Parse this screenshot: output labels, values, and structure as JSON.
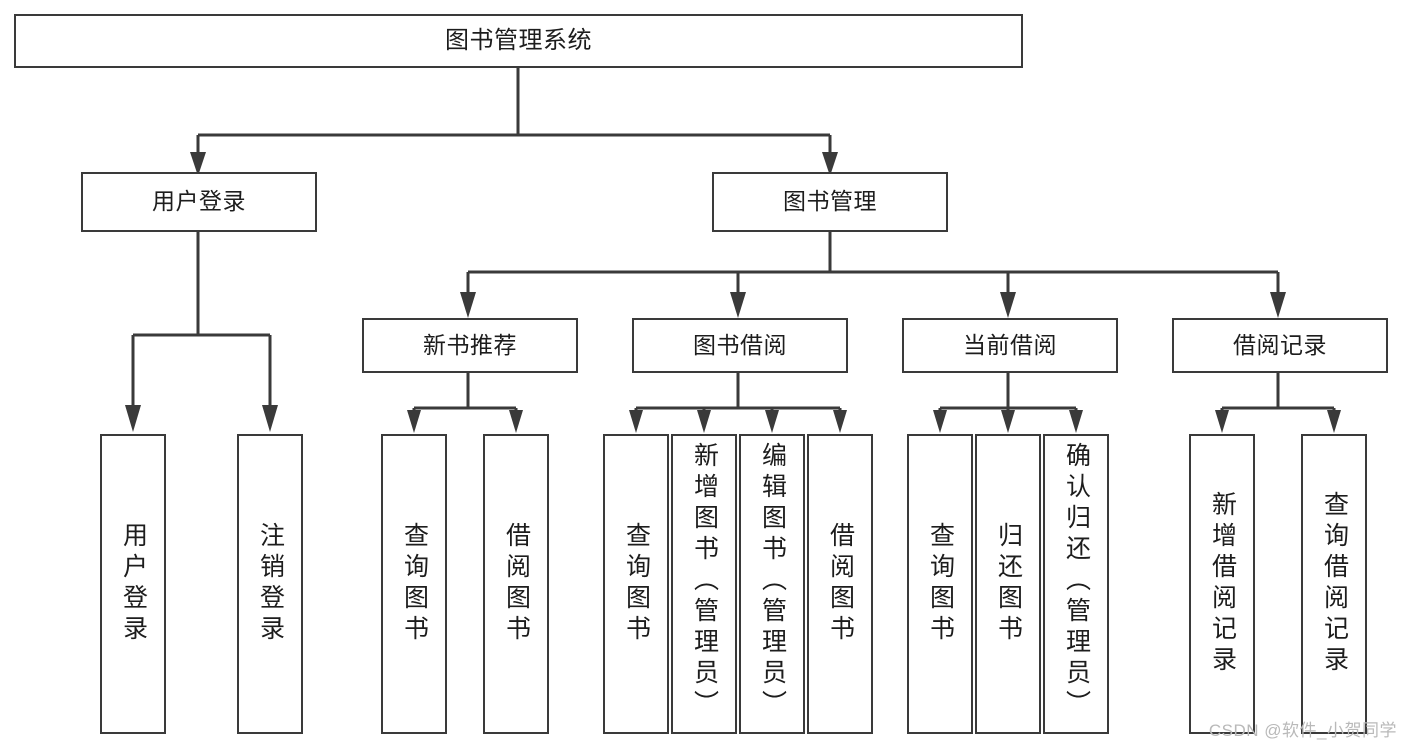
{
  "diagram": {
    "type": "tree",
    "title": "图书管理系统",
    "root": {
      "id": "root",
      "label": "图书管理系统"
    },
    "level2": [
      {
        "id": "user-login",
        "label": "用户登录"
      },
      {
        "id": "book-manage",
        "label": "图书管理"
      }
    ],
    "level3": [
      {
        "id": "new-book-recommend",
        "label": "新书推荐",
        "parent": "book-manage"
      },
      {
        "id": "book-borrow",
        "label": "图书借阅",
        "parent": "book-manage"
      },
      {
        "id": "current-borrow",
        "label": "当前借阅",
        "parent": "book-manage"
      },
      {
        "id": "borrow-record",
        "label": "借阅记录",
        "parent": "book-manage"
      }
    ],
    "leaves": {
      "user_login": [
        {
          "id": "leaf-user-login",
          "label": "用户登录"
        },
        {
          "id": "leaf-logout",
          "label": "注销登录"
        }
      ],
      "new_book_recommend": [
        {
          "id": "leaf-query-book-1",
          "label": "查询图书"
        },
        {
          "id": "leaf-borrow-book-1",
          "label": "借阅图书"
        }
      ],
      "book_borrow": [
        {
          "id": "leaf-query-book-2",
          "label": "查询图书"
        },
        {
          "id": "leaf-add-book",
          "label": "新增图书（管理员）"
        },
        {
          "id": "leaf-edit-book",
          "label": "编辑图书（管理员）"
        },
        {
          "id": "leaf-borrow-book-2",
          "label": "借阅图书"
        }
      ],
      "current_borrow": [
        {
          "id": "leaf-query-book-3",
          "label": "查询图书"
        },
        {
          "id": "leaf-return-book",
          "label": "归还图书"
        },
        {
          "id": "leaf-confirm-return",
          "label": "确认归还（管理员）"
        }
      ],
      "borrow_record": [
        {
          "id": "leaf-add-record",
          "label": "新增借阅记录"
        },
        {
          "id": "leaf-query-record",
          "label": "查询借阅记录"
        }
      ]
    }
  },
  "watermark": {
    "text": "CSDN @软件_小贺同学"
  },
  "colors": {
    "stroke": "#3a3a3a",
    "text": "#1d1d1d",
    "background": "#ffffff",
    "watermark": "#b9b9b9"
  }
}
